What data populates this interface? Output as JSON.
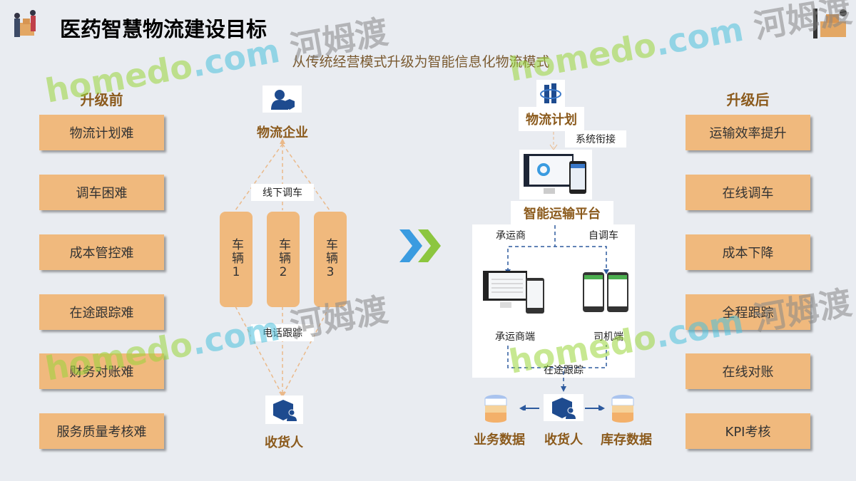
{
  "header": {
    "title": "医药智慧物流建设目标",
    "subtitle": "从传统经营模式升级为智能信息化物流模式"
  },
  "before": {
    "heading": "升级前",
    "items": [
      "物流计划难",
      "调车困难",
      "成本管控难",
      "在途跟踪难",
      "财务对账难",
      "服务质量考核难"
    ]
  },
  "after": {
    "heading": "升级后",
    "items": [
      "运输效率提升",
      "在线调车",
      "成本下降",
      "全程跟踪",
      "在线对账",
      "KPI考核"
    ]
  },
  "old_flow": {
    "company": "物流企业",
    "dispatch_label": "线下调车",
    "vehicles": [
      "车辆1",
      "车辆2",
      "车辆3"
    ],
    "tracking_label": "电话跟踪",
    "receiver": "收货人"
  },
  "new_flow": {
    "plan": "物流计划",
    "link_label": "系统衔接",
    "platform": "智能运输平台",
    "carrier": "承运商",
    "self_dispatch": "自调车",
    "carrier_end": "承运商端",
    "driver_end": "司机端",
    "tracking": "在途跟踪",
    "business_data": "业务数据",
    "receiver": "收货人",
    "inventory_data": "库存数据"
  },
  "watermark": {
    "brand": "homedo",
    "domain": ".com",
    "cn": "河姆渡"
  },
  "colors": {
    "accent": "#f0b97d",
    "heading": "#8b5a1c",
    "blue": "#1e4b8f",
    "chevron_blue": "#3a9be0",
    "chevron_green": "#8cc63f"
  }
}
